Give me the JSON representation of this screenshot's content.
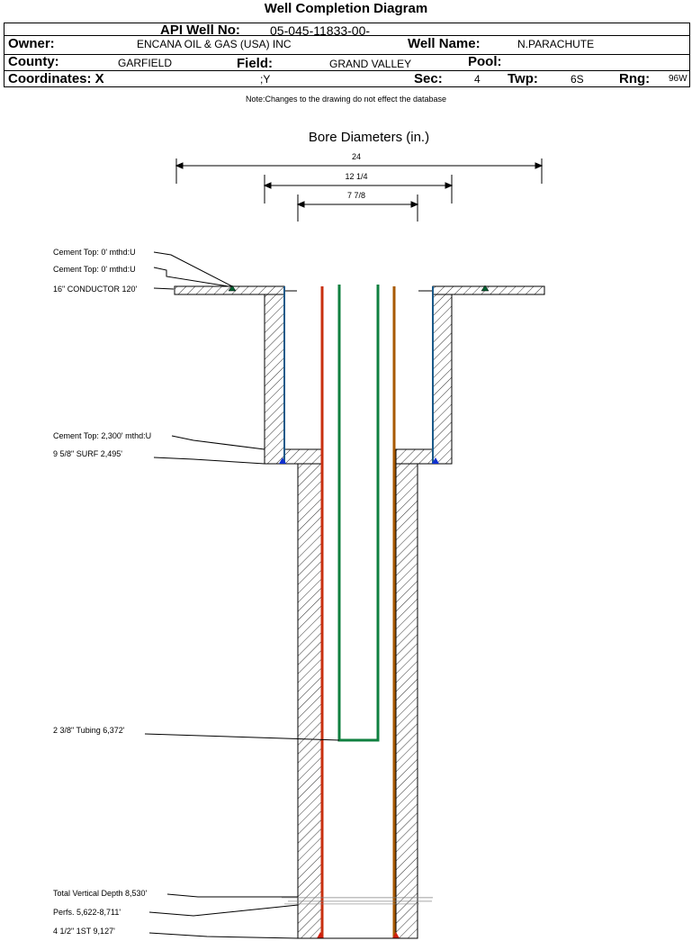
{
  "title": "Well Completion Diagram",
  "header": {
    "api_label": "API Well No:",
    "api_value": "05-045-11833-00-",
    "owner_label": "Owner:",
    "owner_value": "ENCANA OIL & GAS (USA) INC",
    "wellname_label": "Well Name:",
    "wellname_value": "N.PARACHUTE",
    "county_label": "County:",
    "county_value": "GARFIELD",
    "field_label": "Field:",
    "field_value": "GRAND VALLEY",
    "pool_label": "Pool:",
    "pool_value": "",
    "coord_label": "Coordinates: X",
    "coord_value": ";Y",
    "sec_label": "Sec:",
    "sec_value": "4",
    "twp_label": "Twp:",
    "twp_value": "6S",
    "rng_label": "Rng:",
    "rng_value": "96W"
  },
  "note": "Note:Changes to the drawing do not effect the database",
  "bore": {
    "title": "Bore Diameters (in.)",
    "dim1": "24",
    "dim2": "12 1/4",
    "dim3": "7 7/8"
  },
  "labels": {
    "cement_top_1": "Cement Top: 0' mthd:U",
    "cement_top_2": "Cement Top: 0' mthd:U",
    "conductor": "16\" CONDUCTOR  120'",
    "cement_top_3": "Cement Top: 2,300' mthd:U",
    "surf": "9 5/8\" SURF       2,495'",
    "tubing": "2 3/8\" Tubing 6,372'",
    "tvd": "Total Vertical Depth 8,530'",
    "perfs": "Perfs. 5,622-8,711'",
    "first": "4 1/2\" 1ST        9,127'"
  },
  "colors": {
    "conductor_casing": "#1a5a8a",
    "production_casing_left": "#c83010",
    "production_casing_right": "#a85a00",
    "tubing": "#108040",
    "cement_marker": "#006030",
    "shoe_marker": "#1030d0"
  }
}
